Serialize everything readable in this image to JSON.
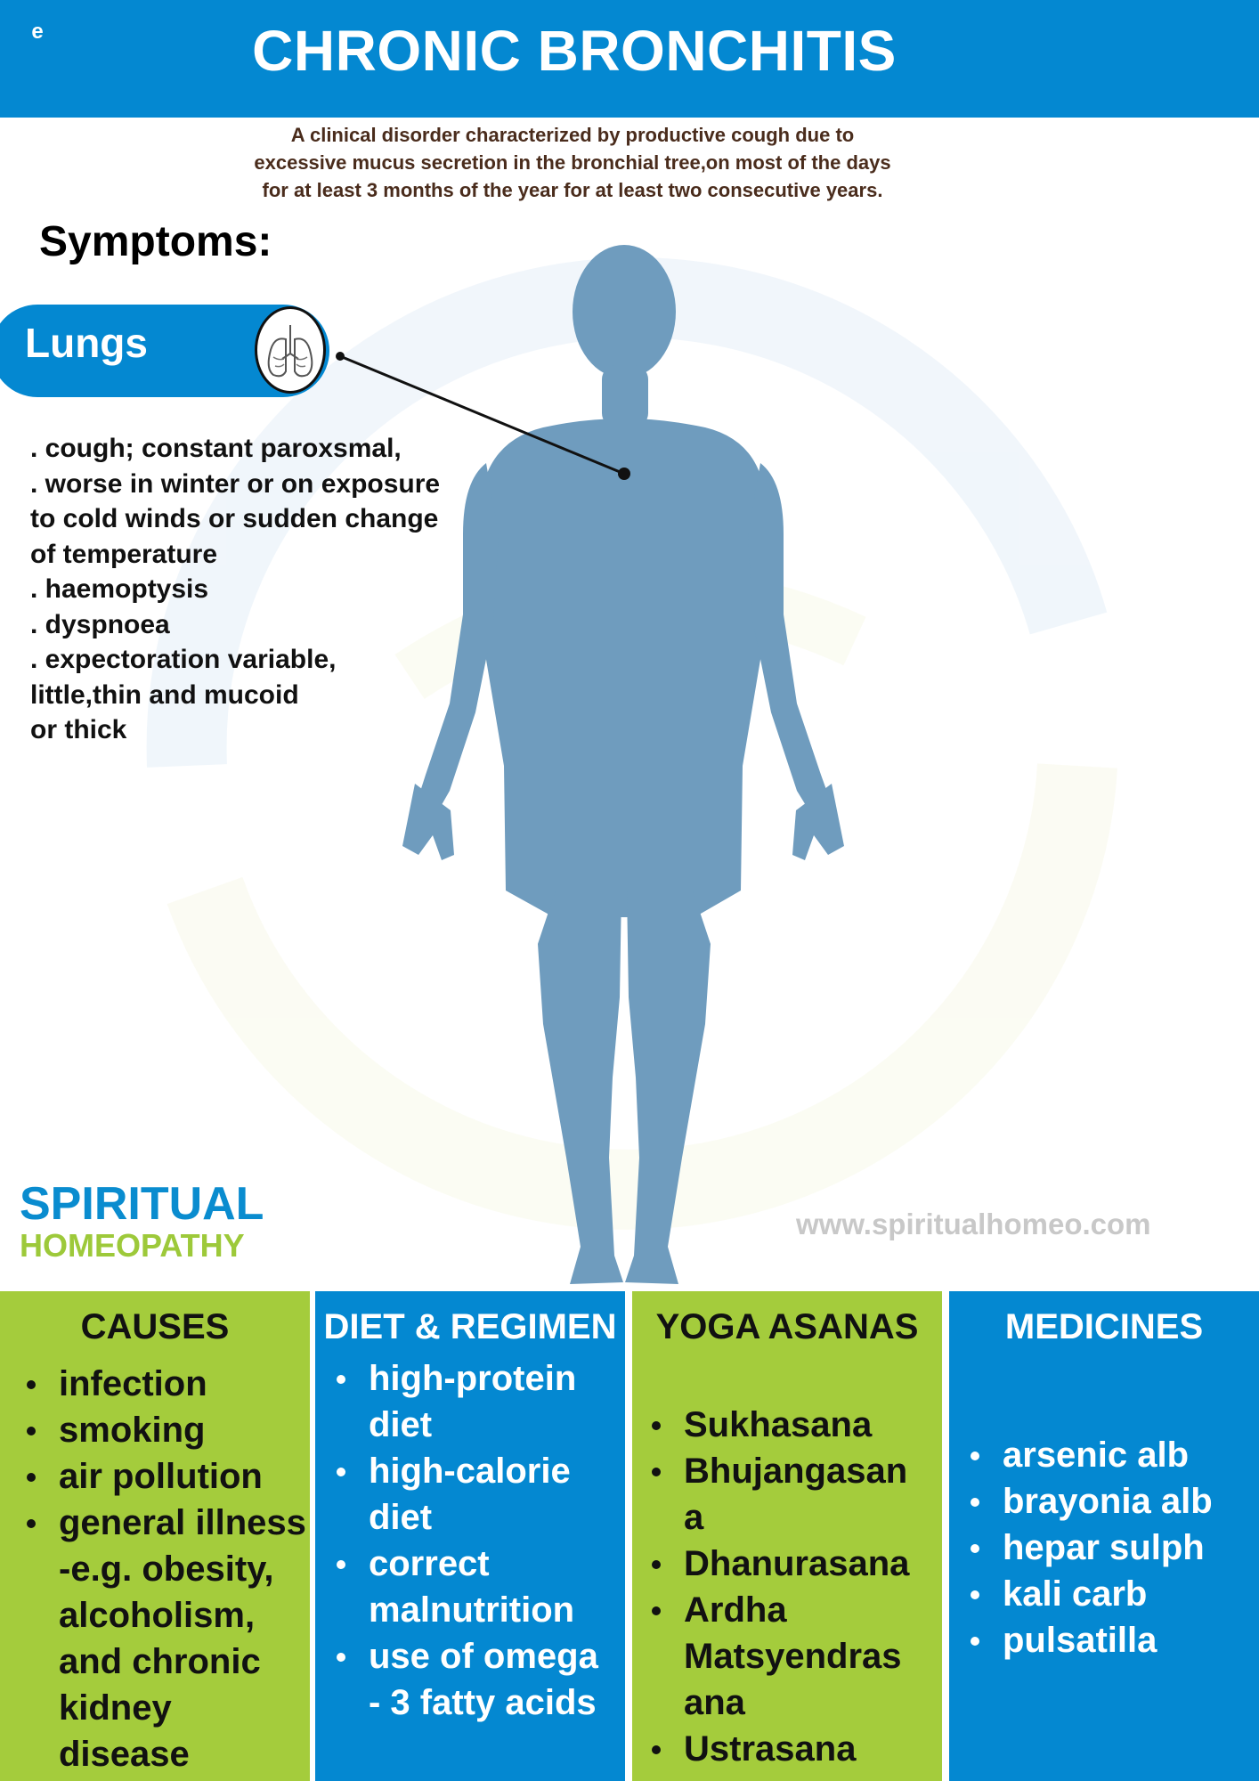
{
  "header": {
    "logo_glyph": "e",
    "title": "CHRONIC BRONCHITIS"
  },
  "definition": [
    "A clinical disorder characterized by productive cough due to",
    "excessive mucus secretion in the bronchial tree,on most of the days",
    "for at least 3 months of the year for at least two consecutive years."
  ],
  "symptoms": {
    "heading": "Symptoms:",
    "organ_label": "Lungs",
    "organ_icon": "lungs-icon",
    "lines": [
      ". cough; constant paroxsmal,",
      ". worse in winter or on exposure",
      "to cold winds or sudden change",
      "of temperature",
      ". haemoptysis",
      ". dyspnoea",
      ". expectoration variable,",
      "little,thin and mucoid",
      "or thick"
    ]
  },
  "brand": {
    "line1": "SPIRITUAL",
    "line2": "HOMEOPATHY",
    "website": "www.spiritualhomeo.com"
  },
  "colors": {
    "blue": "#0488d1",
    "green": "#a4cc3c",
    "body_silhouette": "#6f9cbe"
  },
  "panels": [
    {
      "title": "CAUSES",
      "items": [
        "infection",
        "smoking",
        "air pollution",
        "general illness",
        "-e.g. obesity,",
        "alcoholism,",
        "and chronic",
        "kidney",
        "disease"
      ]
    },
    {
      "title": "DIET & REGIMEN",
      "items": [
        "high-protein",
        "diet",
        "high-calorie",
        "diet",
        "correct",
        "malnutrition",
        "use of omega",
        "- 3 fatty acids"
      ]
    },
    {
      "title": "YOGA ASANAS",
      "items": [
        "Sukhasana",
        "Bhujangasan",
        "a",
        "Dhanurasana",
        "Ardha",
        "Matsyendras",
        "ana",
        "Ustrasana"
      ]
    },
    {
      "title": "MEDICINES",
      "items": [
        "arsenic alb",
        "brayonia alb",
        "hepar sulph",
        "kali carb",
        "pulsatilla"
      ]
    }
  ]
}
